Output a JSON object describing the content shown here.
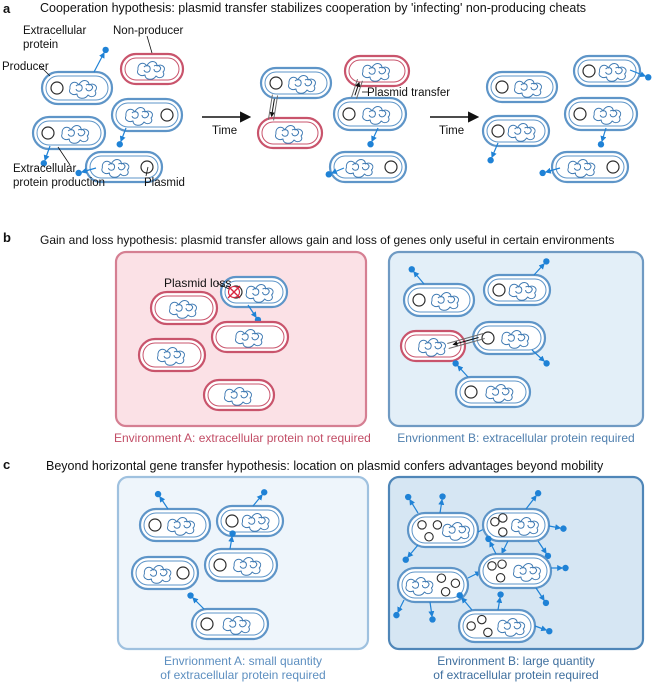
{
  "panel_a": {
    "letter": "a",
    "title": "Cooperation hypothesis: plasmid transfer stabilizes cooperation by 'infecting' non-producing cheats",
    "labels": {
      "extracellular_protein": [
        "Extracellular",
        "protein"
      ],
      "non_producer": "Non-producer",
      "producer": "Producer",
      "plasmid_transfer": "Plasmid transfer",
      "extracellular_production": [
        "Extracellular",
        "protein production"
      ],
      "plasmid": "Plasmid"
    },
    "time_label": "Time"
  },
  "panel_b": {
    "letter": "b",
    "title": "Gain and loss hypothesis: plasmid transfer allows gain and loss of genes only useful in certain environments",
    "plasmid_loss": "Plasmid loss",
    "caption_left": "Environment A: extracellular protein not required",
    "caption_right": "Envrionment B: extracellular protein required"
  },
  "panel_c": {
    "letter": "c",
    "title": "Beyond horizontal gene transfer hypothesis: location on plasmid confers advantages beyond mobility",
    "caption_left": [
      "Envrionment A: small quantity",
      "of extracellular protein required"
    ],
    "caption_right": [
      "Environment B: large quantity",
      "of extracellular protein required"
    ]
  },
  "colors": {
    "producer_outline": "#5e95c8",
    "non_producer_outline": "#c9546c",
    "protein_dot": "#1f82d6",
    "env_a_fill": "#fbe1e6",
    "env_b_fill": "#e3eff8",
    "env_c_small_fill": "#eef5fb",
    "env_c_large_fill": "#d6e6f3",
    "loss_mark": "#d9263f"
  }
}
